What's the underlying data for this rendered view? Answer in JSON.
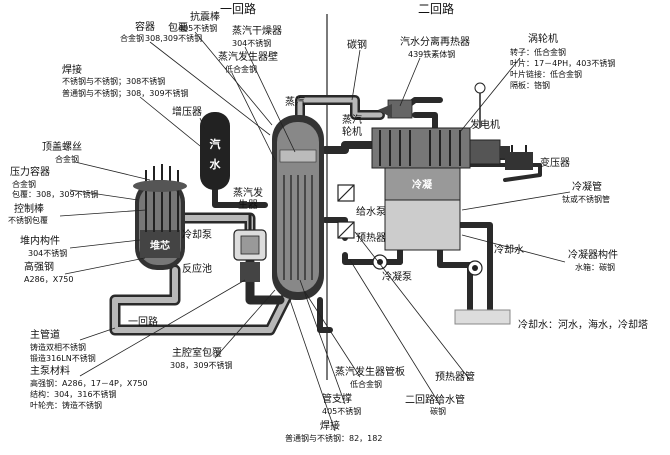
{
  "sections": {
    "primary": "一回路",
    "secondary": "二回路"
  },
  "labels": {
    "anti_shock_rod": "抗震棒",
    "anti_shock_rod_mat": "405不锈钢",
    "container": "容器",
    "container_mat": "合金钢",
    "cladding": "包覆",
    "cladding_mat": "308,309不锈钢",
    "sg_dryer": "蒸汽干燥器",
    "sg_dryer_mat": "304不锈钢",
    "sg_wall": "蒸汽发生器壁",
    "sg_wall_mat": "低合金钢",
    "welding_top": "焊接",
    "welding_top_mat1": "不锈钢与不锈钢；308不锈钢",
    "welding_top_mat2": "普通钢与不锈钢；308，309不锈钢",
    "pressurizer": "增压器",
    "pressurizer_text": "汽水",
    "steam": "蒸汽",
    "carbon_steel": "碳钢",
    "separator": "汽水分离再热器",
    "separator_mat": "439铁素体钢",
    "turbine": "涡轮机",
    "turbine_mat1": "转子：低合金钢",
    "turbine_mat2": "叶片：17－4PH，403不锈钢",
    "turbine_mat3": "叶片链接：低合金钢",
    "turbine_mat4": "隔板：铬钢",
    "head_bolt": "顶盖螺丝",
    "head_bolt_mat": "合金钢",
    "pressure_vessel": "压力容器",
    "pressure_vessel_mat1": "合金钢",
    "pressure_vessel_mat2": "包覆：308，309不锈钢",
    "control_rod": "控制棒",
    "control_rod_mat": "不锈钢包覆",
    "core_internals": "堆内构件",
    "core_internals_mat": "304不锈钢",
    "high_strength_steel": "高强钢",
    "high_strength_steel_mat": "A286，X750",
    "core": "堆芯",
    "coolant_pump": "冷却泵",
    "sg": "蒸汽发生器",
    "reactor_pit": "反应池",
    "steam_turbine": "蒸汽轮机",
    "condenser_text": "冷凝",
    "generator": "发电机",
    "transformer": "变压器",
    "feed_pump": "给水泵",
    "preheater": "预热器",
    "condensate_pump": "冷凝泵",
    "condenser_tube": "冷凝管",
    "condenser_tube_mat": "钛或不锈钢管",
    "cooling_water": "冷却水",
    "condenser_struct": "冷凝器构件",
    "condenser_struct_mat": "水箱：碳钢",
    "cooling_source": "冷却水：河水，海水，冷却塔",
    "primary_loop_label": "一回路",
    "main_pipe": "主管道",
    "main_pipe_mat1": "铸造双相不锈钢",
    "main_pipe_mat2": "锻造316LN不锈钢",
    "main_pump_mat": "主泵材料",
    "main_pump_mat1": "高强钢：A286，17－4P，X750",
    "main_pump_mat2": "结构：304，316不锈钢",
    "main_pump_mat3": "叶轮壳：铸造不锈钢",
    "main_chamber": "主腔室包覆",
    "main_chamber_mat": "308，309不锈钢",
    "sg_tube_plate": "蒸汽发生器管板",
    "sg_tube_plate_mat": "低合金钢",
    "tube_support": "管支撑",
    "tube_support_mat": "405不锈钢",
    "preheater_tube": "预热器管",
    "secondary_feed_pipe": "二回路给水管",
    "secondary_feed_pipe_mat": "碳钢",
    "welding_bottom": "焊接",
    "welding_bottom_mat": "普通钢与不锈钢：82，182"
  }
}
